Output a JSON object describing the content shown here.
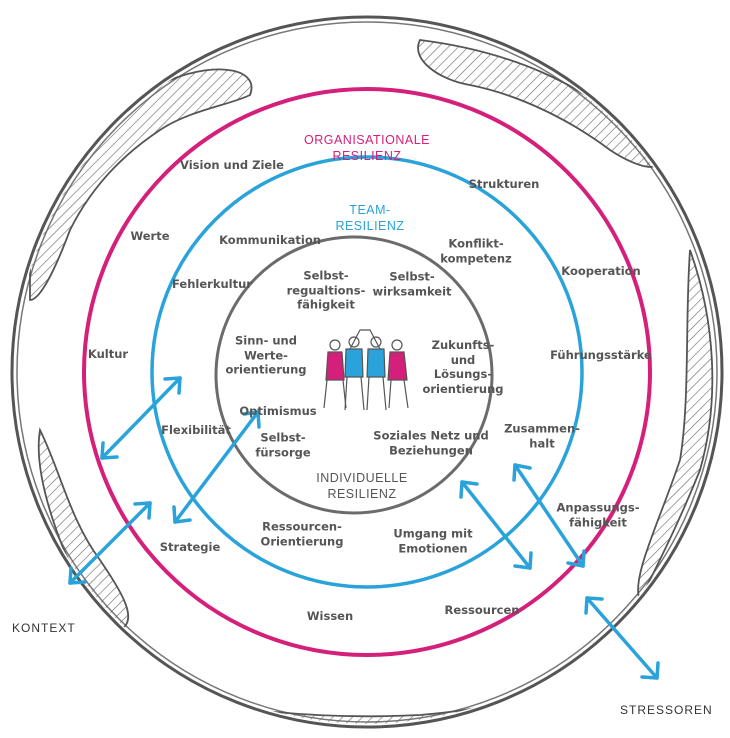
{
  "colors": {
    "organisational_ring": "#d4207a",
    "team_ring": "#29a3d9",
    "individual_ring": "#6b6b6b",
    "arrows": "#29a3d9",
    "globe_outline": "#555555"
  },
  "headings": {
    "organisational": "ORGANISATIONALE\nRESILIENZ",
    "team": "TEAM-\nRESILIENZ",
    "individual": "INDIVIDUELLE\nRESILIENZ"
  },
  "corner_labels": {
    "context": "KONTEXT",
    "stressors": "STRESSOREN"
  },
  "organisational_items": {
    "vision": "Vision und Ziele",
    "structures": "Strukturen",
    "values": "Werte",
    "cooperation": "Kooperation",
    "culture": "Kultur",
    "leadership": "Führungsstärke",
    "cohesion": "Zusammen-\nhalt",
    "adaptability": "Anpassungs-\nfähigkeit",
    "strategy": "Strategie",
    "knowledge": "Wissen",
    "resources": "Ressourcen"
  },
  "team_items": {
    "communication": "Kommunikation",
    "conflict": "Konflikt-\nkompetenz",
    "error_culture": "Fehlerkultur",
    "flexibility": "Flexibilität",
    "resource_orientation": "Ressourcen-\nOrientierung",
    "emotions": "Umgang mit\nEmotionen"
  },
  "individual_items": {
    "self_regulation": "Selbst-\nregualtions-\nfähigkeit",
    "self_efficacy": "Selbst-\nwirksamkeit",
    "meaning": "Sinn- und\nWerte-\norientierung",
    "future": "Zukunfts-\nund\nLösungs-\norientierung",
    "optimism": "Optimismus",
    "self_care": "Selbst-\nfürsorge",
    "social_network": "Soziales Netz und\nBeziehungen"
  }
}
